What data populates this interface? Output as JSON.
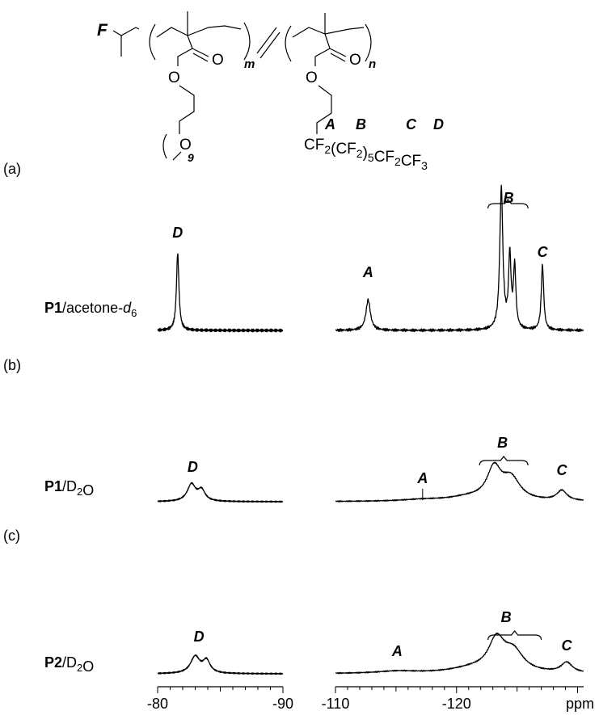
{
  "structure": {
    "end_group": "F",
    "ester_oxygen": "O",
    "ether_oxygen": "O",
    "repeat_m": "m",
    "repeat_n": "n",
    "repeat_peg": "9",
    "chain_letters": [
      "A",
      "B",
      "C",
      "D"
    ],
    "chain_formula": [
      {
        "t": "CF",
        "sub": false
      },
      {
        "t": "2",
        "sub": true
      },
      {
        "t": "(CF",
        "sub": false
      },
      {
        "t": "2",
        "sub": true
      },
      {
        "t": ")",
        "sub": false
      },
      {
        "t": "5",
        "sub": true
      },
      {
        "t": "CF",
        "sub": false
      },
      {
        "t": "2",
        "sub": true
      },
      {
        "t": "CF",
        "sub": false
      },
      {
        "t": "3",
        "sub": true
      }
    ]
  },
  "panel_labels": [
    "(a)",
    "(b)",
    "(c)"
  ],
  "chart_data": {
    "type": "line",
    "xlabel": "ppm",
    "axis_segments": [
      {
        "xlim": [
          -80,
          -90
        ],
        "ticks": [
          "-80",
          "-90"
        ],
        "tick_values": [
          -80,
          -90
        ]
      },
      {
        "xlim": [
          -110,
          -130.5
        ],
        "ticks": [
          "-110",
          "-120"
        ],
        "tick_values": [
          -110,
          -120
        ]
      }
    ],
    "series": [
      {
        "name": "P1/acetone-d6",
        "label_parts": [
          {
            "t": "P1",
            "style": "b"
          },
          {
            "t": "/acetone-",
            "style": ""
          },
          {
            "t": "d",
            "style": "i"
          },
          {
            "t": "6",
            "style": "sub"
          }
        ],
        "peaks_seg1": [
          {
            "x": -81.6,
            "h": 1.0,
            "w": 0.12
          }
        ],
        "peaks_seg2": [
          {
            "x": -112.7,
            "h": 0.4,
            "w": 0.22
          },
          {
            "x": -123.7,
            "h": 1.85,
            "w": 0.15
          },
          {
            "x": -124.4,
            "h": 0.95,
            "w": 0.12
          },
          {
            "x": -124.8,
            "h": 0.8,
            "w": 0.12
          },
          {
            "x": -127.1,
            "h": 0.85,
            "w": 0.12
          }
        ],
        "annotations": [
          {
            "label": "D",
            "x": -81.6
          },
          {
            "label": "A",
            "x": -112.7
          },
          {
            "label": "B",
            "x": -124.3,
            "bracket": [
              -122.6,
              -125.9
            ]
          },
          {
            "label": "C",
            "x": -127.1
          }
        ]
      },
      {
        "name": "P1/D2O",
        "label_parts": [
          {
            "t": "P1",
            "style": "b"
          },
          {
            "t": "/D",
            "style": ""
          },
          {
            "t": "2",
            "style": "sub"
          },
          {
            "t": "O",
            "style": ""
          }
        ],
        "peaks_seg1": [
          {
            "x": -82.7,
            "h": 0.55,
            "w": 0.4
          },
          {
            "x": -83.5,
            "h": 0.35,
            "w": 0.35
          }
        ],
        "peaks_seg2": [
          {
            "x": -117.2,
            "h": 0.05,
            "w": 2.0
          },
          {
            "x": -123.1,
            "h": 1.0,
            "w": 0.7
          },
          {
            "x": -124.5,
            "h": 0.7,
            "w": 0.9
          },
          {
            "x": -121.0,
            "h": 0.12,
            "w": 2.0
          },
          {
            "x": -128.7,
            "h": 0.33,
            "w": 0.5
          }
        ],
        "annotations": [
          {
            "label": "D",
            "x": -82.8
          },
          {
            "label": "A",
            "x": -117.2
          },
          {
            "label": "B",
            "x": -123.8,
            "bracket": [
              -121.9,
              -125.9
            ]
          },
          {
            "label": "C",
            "x": -128.7
          }
        ]
      },
      {
        "name": "P2/D2O",
        "label_parts": [
          {
            "t": "P2",
            "style": "b"
          },
          {
            "t": "/D",
            "style": ""
          },
          {
            "t": "2",
            "style": "sub"
          },
          {
            "t": "O",
            "style": ""
          }
        ],
        "peaks_seg1": [
          {
            "x": -83.0,
            "h": 0.55,
            "w": 0.45
          },
          {
            "x": -83.9,
            "h": 0.4,
            "w": 0.35
          }
        ],
        "peaks_seg2": [
          {
            "x": -115.1,
            "h": 0.07,
            "w": 2.0
          },
          {
            "x": -123.3,
            "h": 1.0,
            "w": 0.8
          },
          {
            "x": -124.7,
            "h": 0.65,
            "w": 1.0
          },
          {
            "x": -121.3,
            "h": 0.15,
            "w": 2.2
          },
          {
            "x": -129.1,
            "h": 0.33,
            "w": 0.55
          }
        ],
        "annotations": [
          {
            "label": "D",
            "x": -83.3
          },
          {
            "label": "A",
            "x": -115.1
          },
          {
            "label": "B",
            "x": -124.1,
            "bracket": [
              -122.6,
              -127.0
            ]
          },
          {
            "label": "C",
            "x": -129.1
          }
        ]
      }
    ]
  }
}
